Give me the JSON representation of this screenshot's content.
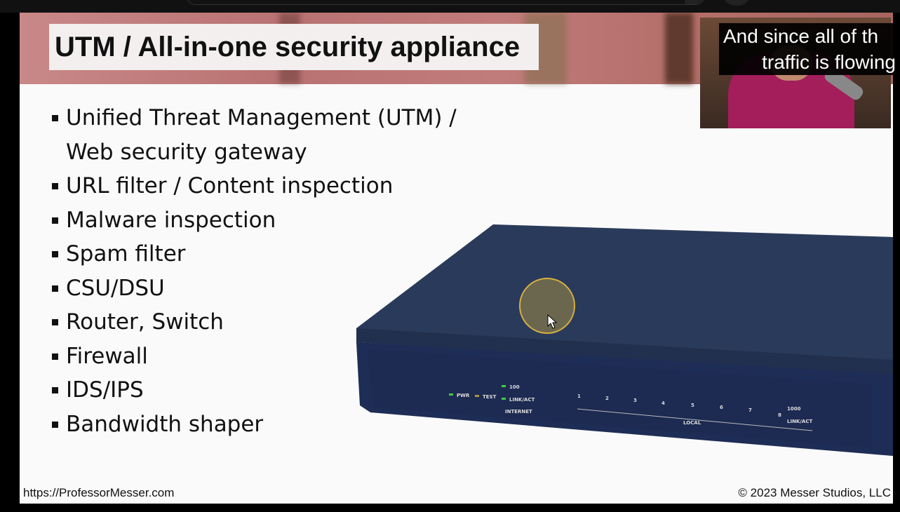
{
  "slide": {
    "title": "UTM / All-in-one security appliance",
    "bullets": [
      "Unified Threat Management (UTM) /",
      "Web security gateway",
      "URL filter / Content inspection",
      "Malware inspection",
      "Spam filter",
      "CSU/DSU",
      "Router, Switch",
      "Firewall",
      "IDS/IPS",
      "Bandwidth shaper"
    ],
    "footer_left": "https://ProfessorMesser.com",
    "footer_right": "© 2023 Messer Studios, LLC",
    "device_labels": {
      "pwr": "PWR",
      "test": "TEST",
      "speed100": "100",
      "link_act": "LINK/ACT",
      "internet": "INTERNET",
      "ports": [
        "1",
        "2",
        "3",
        "4",
        "5",
        "6",
        "7",
        "8"
      ],
      "local": "LOCAL",
      "speed1000": "1000",
      "link_act2": "LINK/ACT"
    }
  },
  "caption": {
    "line1": "And since all of th",
    "line2": "traffic is flowing"
  }
}
